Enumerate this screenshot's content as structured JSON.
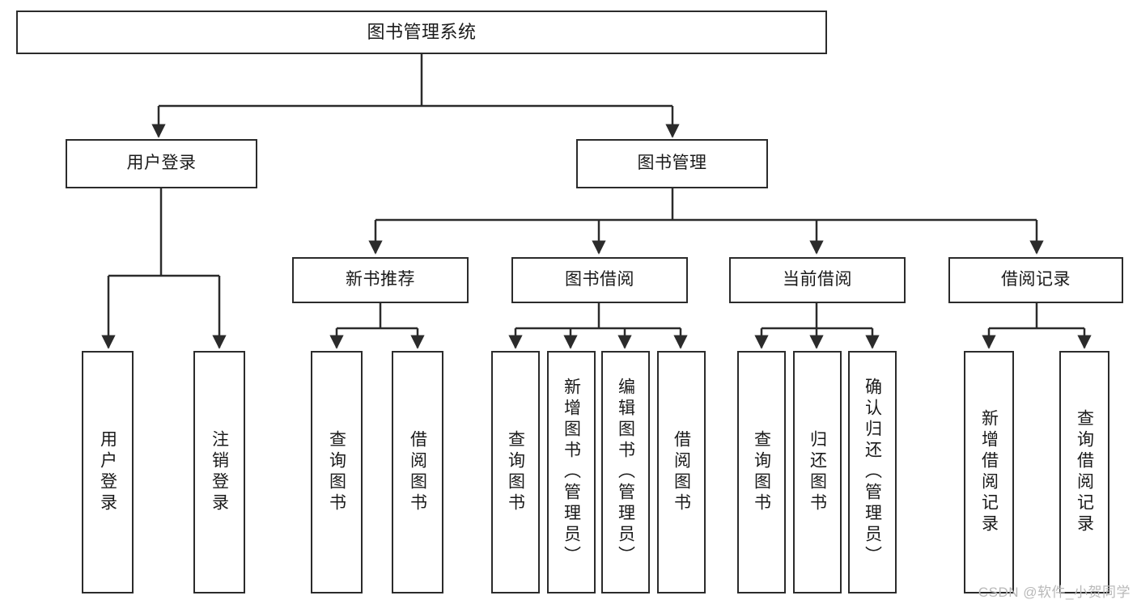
{
  "diagram": {
    "title": "图书管理系统",
    "type": "hierarchy-tree",
    "watermark": "CSDN @软件_小贺同学",
    "colors": {
      "box_border": "#2b2b2b",
      "box_fill": "#ffffff",
      "edge": "#2b2b2b",
      "text": "#1a1a1a",
      "watermark": "#b9b9b9",
      "background": "#ffffff"
    },
    "nodes": {
      "root": {
        "label": "图书管理系统"
      },
      "level2": [
        {
          "id": "user-login",
          "label": "用户登录"
        },
        {
          "id": "book-manage",
          "label": "图书管理"
        }
      ],
      "level3": [
        {
          "id": "new-book-recommend",
          "label": "新书推荐"
        },
        {
          "id": "book-borrow",
          "label": "图书借阅"
        },
        {
          "id": "current-borrow",
          "label": "当前借阅"
        },
        {
          "id": "borrow-record",
          "label": "借阅记录"
        }
      ],
      "leaves": {
        "user_login": [
          {
            "id": "leaf-user-login",
            "label": "用户登录"
          },
          {
            "id": "leaf-logout-login",
            "label": "注销登录"
          }
        ],
        "new_book_recommend": [
          {
            "id": "leaf-query-book-1",
            "label": "查询图书"
          },
          {
            "id": "leaf-borrow-book-1",
            "label": "借阅图书"
          }
        ],
        "book_borrow": [
          {
            "id": "leaf-query-book-2",
            "label": "查询图书"
          },
          {
            "id": "leaf-add-book",
            "label": "新增图书（管理员）"
          },
          {
            "id": "leaf-edit-book",
            "label": "编辑图书（管理员）"
          },
          {
            "id": "leaf-borrow-book-2",
            "label": "借阅图书"
          }
        ],
        "current_borrow": [
          {
            "id": "leaf-query-book-3",
            "label": "查询图书"
          },
          {
            "id": "leaf-return-book",
            "label": "归还图书"
          },
          {
            "id": "leaf-confirm-return",
            "label": "确认归还（管理员）"
          }
        ],
        "borrow_record": [
          {
            "id": "leaf-add-record",
            "label": "新增借阅记录"
          },
          {
            "id": "leaf-query-record",
            "label": "查询借阅记录"
          }
        ]
      }
    }
  }
}
